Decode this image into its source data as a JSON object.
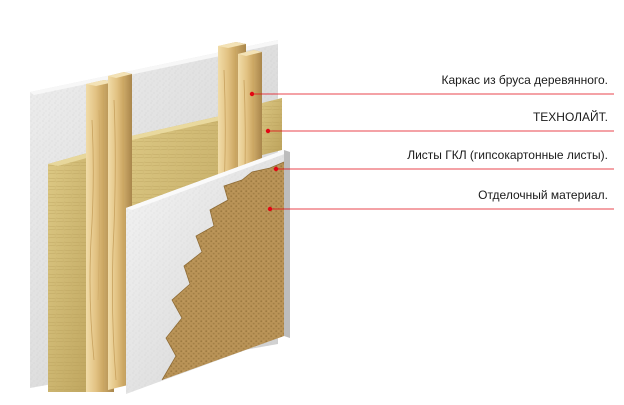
{
  "diagram": {
    "callouts": [
      {
        "id": "frame",
        "label": "Каркас из бруса деревянного."
      },
      {
        "id": "insulation",
        "label": "ТЕХНОЛАЙТ."
      },
      {
        "id": "drywall",
        "label": "Листы ГКЛ (гипсокартонные листы)."
      },
      {
        "id": "finish",
        "label": "Отделочный материал."
      }
    ],
    "colors": {
      "leader_line": "#e30613",
      "leader_dot": "#e30613",
      "drywall_face": "#dcdcdc",
      "wood": "#e2c58a",
      "insulation": "#cdb56c",
      "finish": "#b08a4e"
    }
  }
}
